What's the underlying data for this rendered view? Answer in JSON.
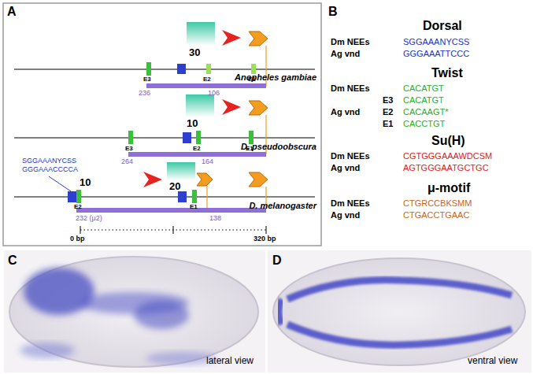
{
  "diagram": {
    "labels": [
      "A",
      "30",
      "Anopheles gambiae",
      "E3",
      "E2",
      "E1",
      "236",
      "106",
      "10",
      "D. pseudoobscura",
      "E3",
      "E2",
      "E1",
      "264",
      "164",
      "SGGAAANYCSS",
      "GGGAAACCCCA",
      "10",
      "20",
      "D. melanogaster",
      "E2",
      "E1",
      "232 (μ2)",
      "138",
      "0 bp",
      "320 bp",
      "B",
      "Dorsal",
      "Dm NEEs",
      "SGGAAANYCSS",
      "Ag vnd",
      "GGGAAATTCCC",
      "Twist",
      "Dm NEEs",
      "CACATGT",
      "E3",
      "CACATGT",
      "Ag vnd",
      "E2",
      "CACAAGT*",
      "E1",
      "CACCTGT",
      "Su(H)",
      "Dm NEEs",
      "CGTGGGAAAWDCSM",
      "Ag vnd",
      "AGTGGGAATGCTGC",
      "μ-motif",
      "Dm NEEs",
      "CTGRCCBKSMM",
      "Ag vnd",
      "CTGACCTGAAC",
      "C",
      "D",
      "lateral view",
      "ventral view"
    ]
  }
}
